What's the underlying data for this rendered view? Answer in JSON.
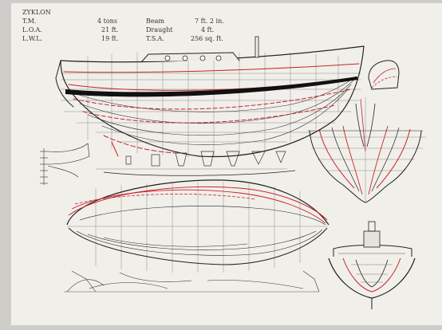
{
  "title": "ZYKLON",
  "specs_left": [
    {
      "label": "T.M.",
      "value": "4 tons"
    },
    {
      "label": "L.O.A.",
      "value": "21 ft."
    },
    {
      "label": "L.W.L.",
      "value": "19 ft."
    }
  ],
  "specs_right": [
    {
      "label": "Beam",
      "value": "7 ft. 2 in."
    },
    {
      "label": "Draught",
      "value": "4 ft."
    },
    {
      "label": "T.S.A.",
      "value": "256 sq. ft."
    }
  ],
  "colors": {
    "paper": "#f1efea",
    "ink": "#3a3a3a",
    "red": "#c8242a",
    "black_band": "#111111",
    "backdrop": "#cfcdc9"
  }
}
